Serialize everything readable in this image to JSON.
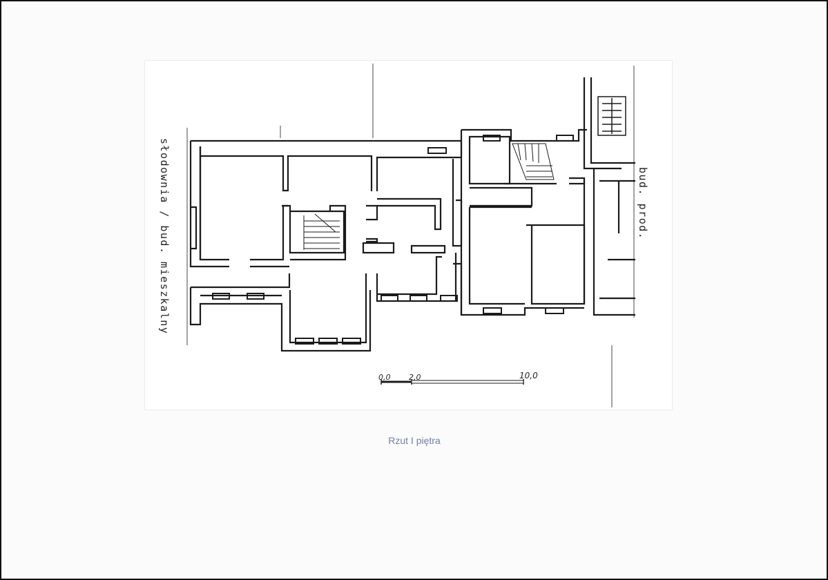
{
  "plan": {
    "label_left": "słodownia / bud. mieszkalny",
    "label_right": "bud. prod."
  },
  "scale_bar": {
    "tick_0": "0,0",
    "tick_2": "2,0",
    "tick_10": "10,0"
  },
  "caption": "Rzut I piętra"
}
